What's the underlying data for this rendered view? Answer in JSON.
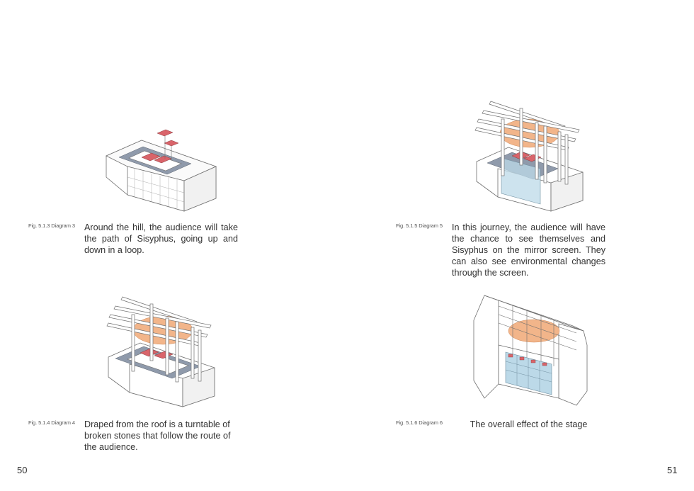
{
  "pages": {
    "left": "50",
    "right": "51"
  },
  "figures": [
    {
      "label": "Fig. 5.1.3 Diagram 3",
      "caption": "Around the hill, the audience will take the path of Sisyphus, going up and down in a loop."
    },
    {
      "label": "Fig. 5.1.5 Diagram 5",
      "caption": "In this journey, the audience will have the chance to see themselves and Sisyphus on the mirror screen. They can also see environmental changes through the screen."
    },
    {
      "label": "Fig. 5.1.4 Diagram 4",
      "caption": "Draped from the roof is a turntable of broken stones that follow the route of the audience."
    },
    {
      "label": "Fig. 5.1.6 Diagram 6",
      "caption": "The overall effect of the stage"
    }
  ],
  "colors": {
    "stone_red": "#d9646a",
    "disc_orange": "#f2b58a",
    "seat_grey": "#8f9aab",
    "mirror_blue": "#bcd9e8",
    "line": "#6f6f6f"
  }
}
